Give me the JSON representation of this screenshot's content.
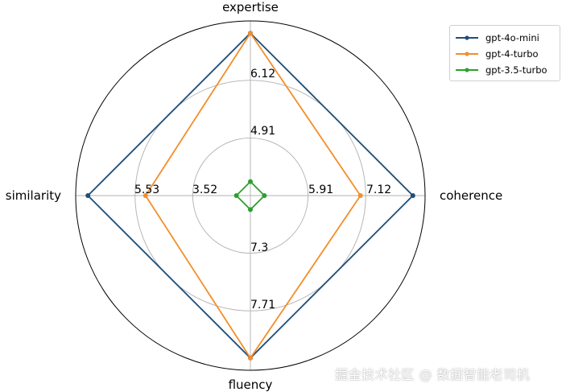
{
  "chart_data": {
    "type": "radar",
    "axes": [
      "expertise",
      "coherence",
      "fluency",
      "similarity"
    ],
    "rlim": [
      0,
      10
    ],
    "grid": true,
    "radial_ticks": [
      3.3,
      6.6
    ],
    "axis_tick_labels": {
      "expertise": [
        "4.91",
        "6.12"
      ],
      "coherence": [
        "5.91",
        "7.12"
      ],
      "fluency": [
        "7.3",
        "7.71"
      ],
      "similarity": [
        "3.52",
        "5.53"
      ]
    },
    "series": [
      {
        "name": "gpt-4o-mini",
        "color": "#1f4e79",
        "values": [
          9.3,
          9.3,
          9.3,
          9.3
        ]
      },
      {
        "name": "gpt-4-turbo",
        "color": "#f28e2b",
        "values": [
          9.3,
          6.3,
          9.3,
          6.0
        ]
      },
      {
        "name": "gpt-3.5-turbo",
        "color": "#2ca02c",
        "values": [
          0.8,
          0.8,
          0.8,
          0.8
        ]
      }
    ],
    "legend_position": "top-right"
  },
  "watermark": "掘金技术社区 @ 数据智能老司机"
}
